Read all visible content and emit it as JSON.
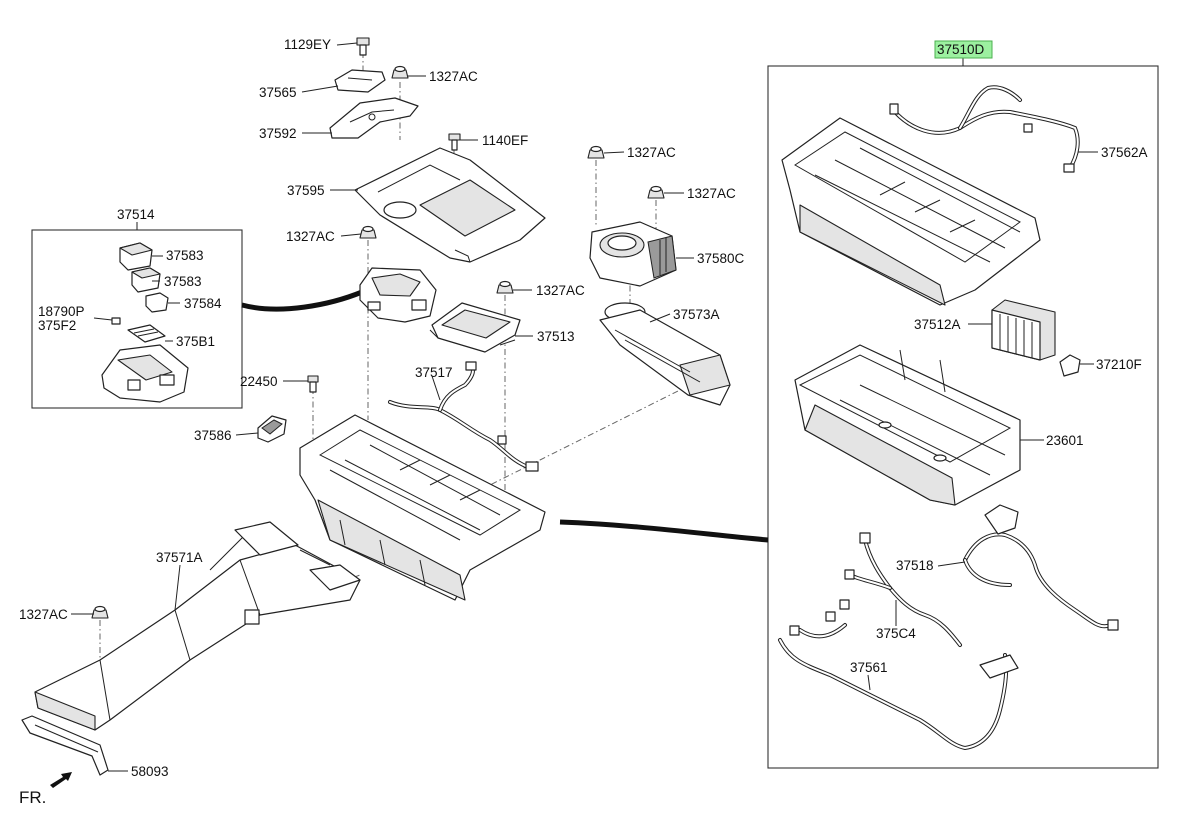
{
  "diagram": {
    "labels": {
      "p1129EY": "1129EY",
      "p37565": "37565",
      "p1327AC_a": "1327AC",
      "p37592": "37592",
      "p1140EF": "1140EF",
      "p37595": "37595",
      "p1327AC_b": "1327AC",
      "p1327AC_c": "1327AC",
      "p37580C": "37580C",
      "p37514": "37514",
      "p37583_a": "37583",
      "p37583_b": "37583",
      "p37584": "37584",
      "p18790P": "18790P",
      "p375F2": "375F2",
      "p375B1": "375B1",
      "p1327AC_d": "1327AC",
      "p1327AC_e": "1327AC",
      "p37573A": "37573A",
      "p37513": "37513",
      "p37517": "37517",
      "p22450": "22450",
      "p37586": "37586",
      "p37571A": "37571A",
      "p1327AC_f": "1327AC",
      "p58093": "58093",
      "p37510D": "37510D",
      "p37562A": "37562A",
      "p37512A": "37512A",
      "p37210F": "37210F",
      "p23601": "23601",
      "p37518": "37518",
      "p375C4": "375C4",
      "p37561": "37561",
      "fr": "FR."
    },
    "highlight_color": "#9cf0a0",
    "highlight_border": "#4bb04f",
    "arrow_icon": "front-direction-arrow-icon"
  }
}
